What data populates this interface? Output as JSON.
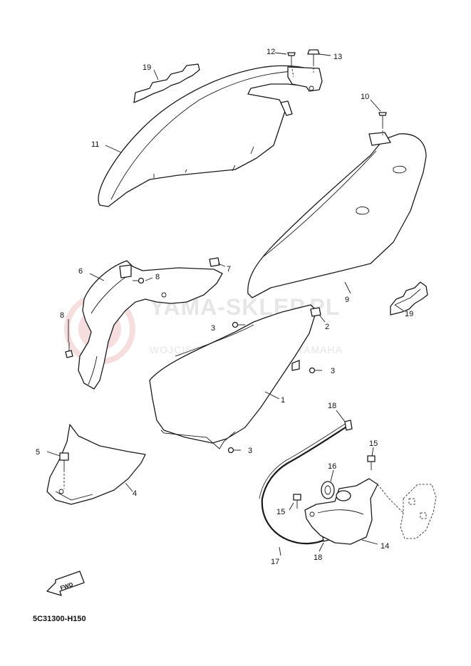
{
  "diagram": {
    "watermark_title": "YAMA-SKLEP.PL",
    "watermark_subtitle": "WOJCIECH MICZ | DEALER YAMAHA",
    "watermark_color": "#f2c4c4",
    "diagram_code": "5C31300-H150",
    "fwd_label": "FWD"
  },
  "callouts": [
    "1",
    "2",
    "3",
    "3",
    "3",
    "4",
    "5",
    "6",
    "7",
    "8",
    "8",
    "9",
    "10",
    "11",
    "12",
    "13",
    "14",
    "15",
    "15",
    "16",
    "17",
    "18",
    "18",
    "19",
    "19"
  ]
}
